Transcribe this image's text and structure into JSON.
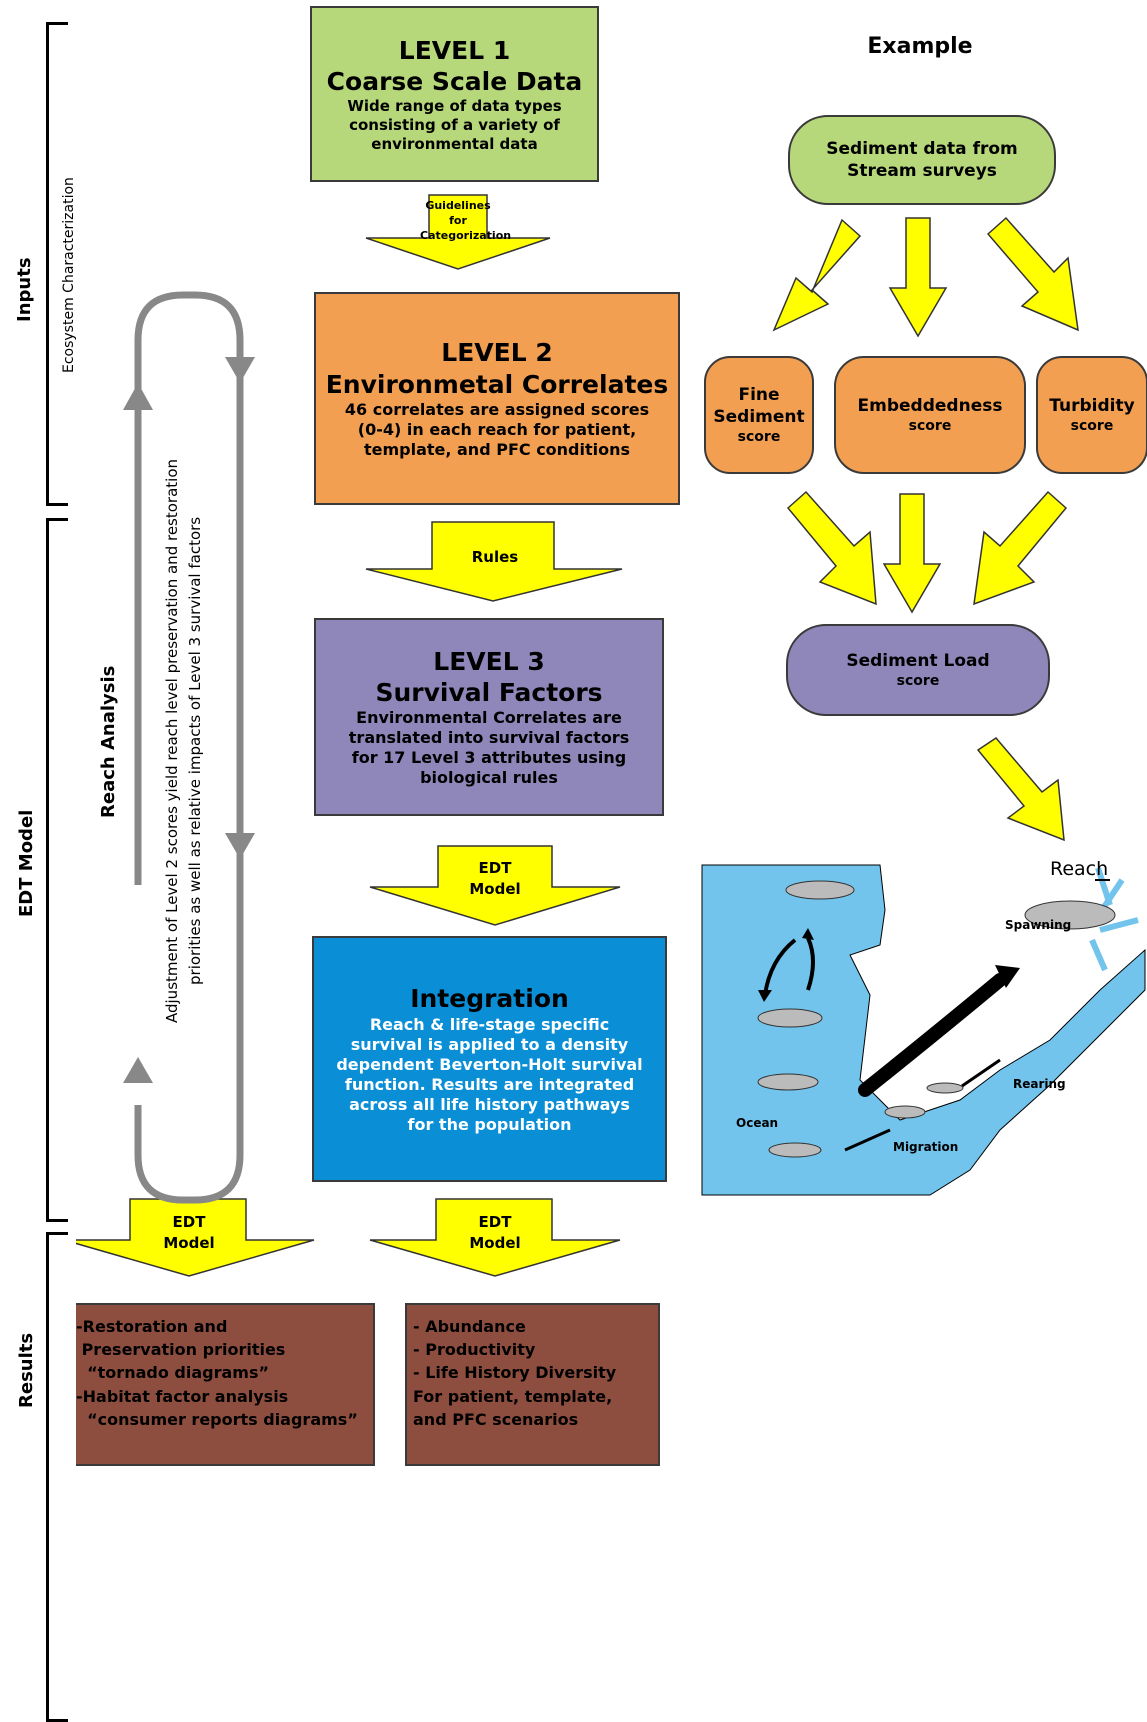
{
  "side": {
    "inputs": "Inputs",
    "ecosystem": "Ecosystem Characterization",
    "edt_model": "EDT Model",
    "reach_analysis": "Reach Analysis",
    "loop_line1": "Adjustment of Level 2 scores  yield reach level preservation and restoration",
    "loop_line2": "priorities as well as relative impacts of Level 3 survival factors",
    "results": "Results"
  },
  "level1": {
    "title": "LEVEL 1",
    "subtitle": "Coarse Scale Data",
    "lines": [
      "Wide range of data types",
      "consisting of a variety of",
      "environmental data"
    ]
  },
  "arrow1": [
    "Guidelines",
    "for",
    "Categorization"
  ],
  "level2": {
    "title": "LEVEL 2",
    "subtitle": "Environmetal Correlates",
    "lines": [
      "46 correlates are assigned scores",
      "(0-4) in each reach for patient,",
      "template, and PFC conditions"
    ]
  },
  "arrow2": "Rules",
  "level3": {
    "title": "LEVEL 3",
    "subtitle": "Survival Factors",
    "lines": [
      "Environmental Correlates are",
      "translated into survival factors",
      "for 17 Level 3 attributes using",
      "biological rules"
    ]
  },
  "arrow3": [
    "EDT",
    "Model"
  ],
  "integration": {
    "title": "Integration",
    "lines": [
      "Reach & life-stage specific",
      "survival is applied to a density",
      "dependent Beverton-Holt survival",
      "function. Results are integrated",
      "across all life history pathways",
      "for the population"
    ]
  },
  "arrow4": [
    "EDT",
    "Model"
  ],
  "arrow5": [
    "EDT",
    "Model"
  ],
  "result_left": [
    "-Restoration and",
    " Preservation priorities",
    "  “tornado diagrams”",
    "-Habitat factor analysis",
    "  “consumer reports diagrams”"
  ],
  "result_right": [
    "- Abundance",
    "- Productivity",
    "- Life History Diversity",
    "For patient, template,",
    "and PFC scenarios"
  ],
  "example": {
    "title": "Example",
    "sediment_data": [
      "Sediment data from",
      "Stream surveys"
    ],
    "fine": [
      "Fine",
      "Sediment"
    ],
    "fine_score": "score",
    "embed": "Embeddedness",
    "embed_score": "score",
    "turb": "Turbidity",
    "turb_score": "score",
    "load": "Sediment Load",
    "load_score": "score",
    "reach": "Reach",
    "spawning": "Spawning",
    "rearing": "Rearing",
    "ocean": "Ocean",
    "migration": "Migration"
  },
  "colors": {
    "level1": "#b6d77a",
    "level2": "#f29f51",
    "level3": "#8f87b9",
    "integration": "#0a8fd7",
    "results": "#8e4e3f",
    "arrow": "#ffff00",
    "water": "#72c4ec"
  }
}
